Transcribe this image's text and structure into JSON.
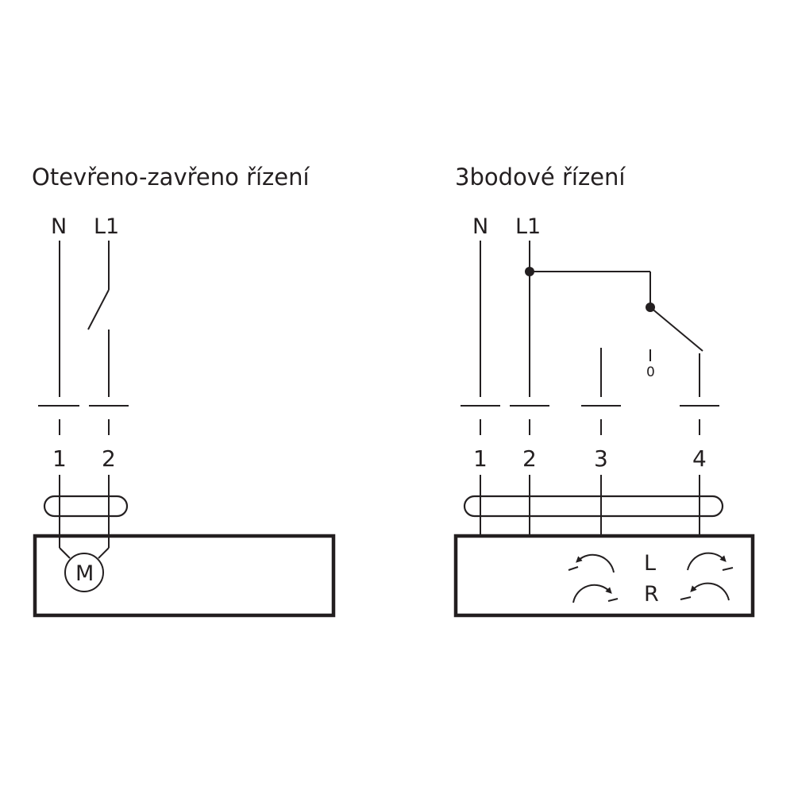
{
  "left": {
    "title": "Otevřeno-zavřeno řízení",
    "line_labels": [
      "N",
      "L1"
    ],
    "terminals": [
      "1",
      "2"
    ],
    "motor_label": "M"
  },
  "right": {
    "title": "3bodové řízení",
    "line_labels": [
      "N",
      "L1"
    ],
    "terminals": [
      "1",
      "2",
      "3",
      "4"
    ],
    "switch_zero": "0",
    "direction_labels": [
      "L",
      "R"
    ]
  },
  "colors": {
    "ink": "#231f20",
    "background": "#ffffff"
  },
  "icons": [
    "switch-icon",
    "motor-icon",
    "rotation-arrow-icon",
    "junction-dot-icon"
  ]
}
